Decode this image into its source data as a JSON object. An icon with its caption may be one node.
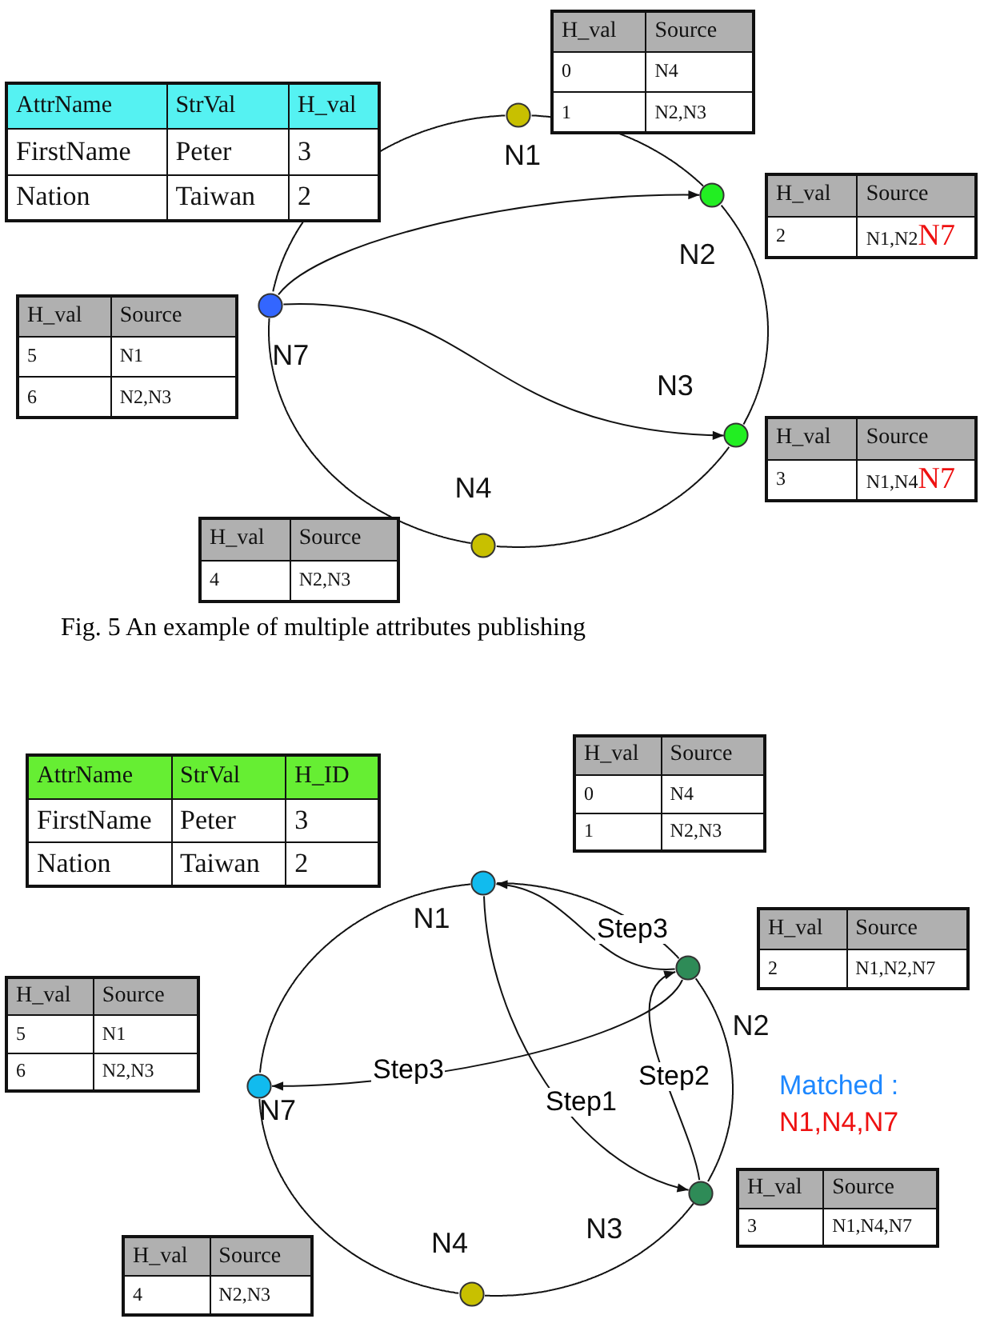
{
  "diagram": {
    "caption": "Fig. 5 An example of multiple attributes publishing",
    "nodes": [
      {
        "text": [],
        "shape": "circle",
        "beside": [
          "N1"
        ]
      },
      {
        "text": [],
        "shape": "circle",
        "beside": [
          "N2"
        ]
      },
      {
        "text": [],
        "shape": "circle",
        "beside": [
          "N7"
        ]
      },
      {
        "text": [],
        "shape": "circle",
        "beside": [
          "N3"
        ]
      },
      {
        "text": [],
        "shape": "circle",
        "beside": [
          "N4"
        ]
      },
      {
        "text": [],
        "shape": "circle",
        "beside": [
          "N1"
        ]
      },
      {
        "text": [],
        "shape": "circle",
        "beside": [
          "N2"
        ]
      },
      {
        "text": [],
        "shape": "circle",
        "beside": [
          "N7"
        ]
      },
      {
        "text": [],
        "shape": "circle",
        "beside": [
          "N3"
        ]
      },
      {
        "text": [],
        "shape": "circle",
        "beside": [
          "N4"
        ]
      }
    ],
    "edges": [
      {
        "from": 0,
        "to": 1,
        "arrow": "none"
      },
      {
        "from": 1,
        "to": 3,
        "arrow": "none"
      },
      {
        "from": 3,
        "to": 4,
        "arrow": "none"
      },
      {
        "from": 4,
        "to": 2,
        "arrow": "none"
      },
      {
        "from": 2,
        "to": 0,
        "arrow": "none"
      },
      {
        "from": 2,
        "to": 1,
        "arrow": "to"
      },
      {
        "from": 2,
        "to": 3,
        "arrow": "to"
      },
      {
        "from": 5,
        "to": 6,
        "arrow": "none"
      },
      {
        "from": 6,
        "to": 8,
        "arrow": "none"
      },
      {
        "from": 8,
        "to": 9,
        "arrow": "none"
      },
      {
        "from": 9,
        "to": 7,
        "arrow": "none"
      },
      {
        "from": 7,
        "to": 5,
        "arrow": "none"
      },
      {
        "from": 5,
        "to": 8,
        "arrow": "to",
        "label": "Step1"
      },
      {
        "from": 8,
        "to": 6,
        "arrow": "to",
        "label": "Step2"
      },
      {
        "from": 6,
        "to": 5,
        "arrow": "to",
        "label": "Step3"
      },
      {
        "from": 6,
        "to": 7,
        "arrow": "to",
        "label": "Step3"
      }
    ],
    "labels": [
      "AttrName",
      "StrVal",
      "H_val",
      "FirstName",
      "Peter",
      "3",
      "Nation",
      "Taiwan",
      "2",
      "H_val",
      "Source",
      "0",
      "N4",
      "1",
      "N2,N3",
      "H_val",
      "Source",
      "2",
      "N1,N2",
      "N7",
      "H_val",
      "Source",
      "5",
      "N1",
      "6",
      "N2,N3",
      "H_val",
      "Source",
      "3",
      "N1,N4",
      "N7",
      "H_val",
      "Source",
      "4",
      "N2,N3",
      "AttrName",
      "StrVal",
      "H_ID",
      "FirstName",
      "Peter",
      "3",
      "Nation",
      "Taiwan",
      "2",
      "H_val",
      "Source",
      "0",
      "N4",
      "1",
      "N2,N3",
      "H_val",
      "Source",
      "2",
      "N1,N2,N7",
      "H_val",
      "Source",
      "5",
      "N1",
      "6",
      "N2,N3",
      "Matched :",
      "N1,N4,N7",
      "H_val",
      "Source",
      "3",
      "N1,N4,N7",
      "H_val",
      "Source",
      "4",
      "N2,N3"
    ]
  }
}
